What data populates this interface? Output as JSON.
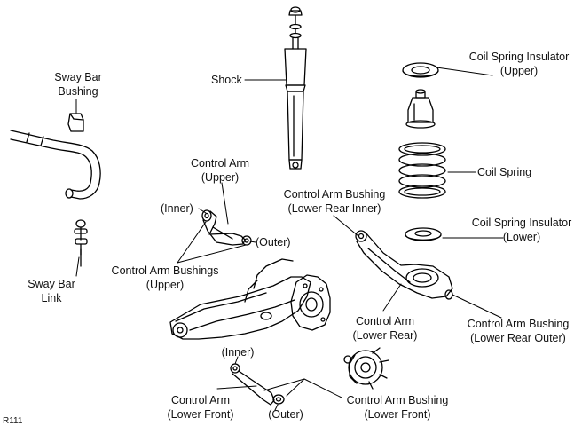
{
  "labels": {
    "sway_bar_bushing": [
      "Sway Bar",
      "Bushing"
    ],
    "shock": "Shock",
    "coil_spring_insulator_upper": [
      "Coil Spring Insulator",
      "(Upper)"
    ],
    "coil_spring": "Coil Spring",
    "control_arm_upper": [
      "Control Arm",
      "(Upper)"
    ],
    "inner_upper": "(Inner)",
    "outer_upper": "(Outer)",
    "control_arm_bushing_lower_rear_inner": [
      "Control Arm Bushing",
      "(Lower Rear Inner)"
    ],
    "coil_spring_insulator_lower": [
      "Coil Spring Insulator",
      "(Lower)"
    ],
    "control_arm_bushings_upper": [
      "Control Arm Bushings",
      "(Upper)"
    ],
    "sway_bar_link": [
      "Sway Bar",
      "Link"
    ],
    "control_arm_lower_rear": [
      "Control Arm",
      "(Lower Rear)"
    ],
    "control_arm_bushing_lower_rear_outer": [
      "Control Arm Bushing",
      "(Lower Rear Outer)"
    ],
    "inner_lower": "(Inner)",
    "control_arm_lower_front": [
      "Control Arm",
      "(Lower Front)"
    ],
    "outer_lower": "(Outer)",
    "control_arm_bushing_lower_front": [
      "Control Arm Bushing",
      "(Lower Front)"
    ],
    "figure_code": "R111"
  }
}
